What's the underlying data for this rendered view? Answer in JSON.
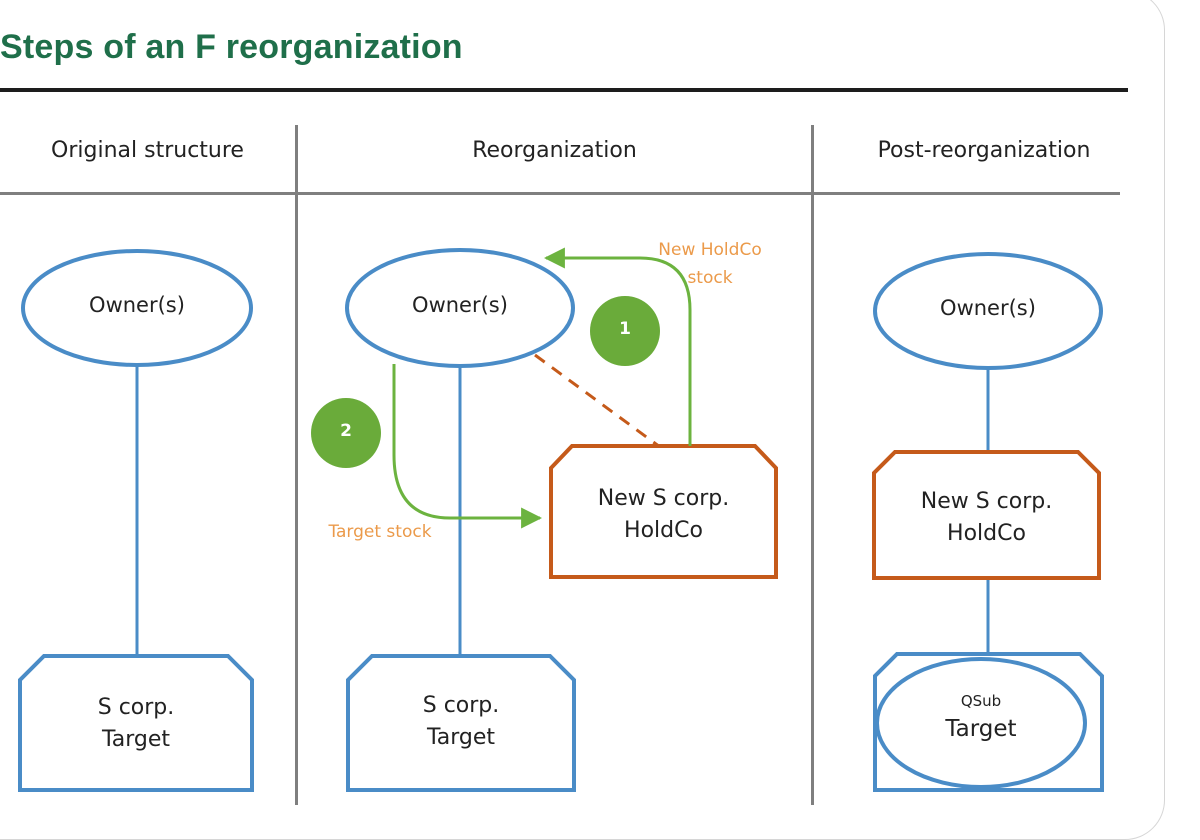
{
  "title": "Steps of an F reorganization",
  "columns": {
    "original": "Original structure",
    "reorg": "Reorganization",
    "post": "Post-reorganization"
  },
  "nodes": {
    "owner": "Owner(s)",
    "s_corp_line1": "S corp.",
    "s_corp_line2": "Target",
    "holdco_line1": "New S corp.",
    "holdco_line2": "HoldCo",
    "qsub_small": "QSub",
    "qsub_target": "Target"
  },
  "arrows": {
    "holdco_stock_line1": "New HoldCo",
    "holdco_stock_line2": "stock",
    "target_stock": "Target stock"
  },
  "steps": {
    "one": "1",
    "two": "2"
  },
  "colors": {
    "title_green": "#1f6f4a",
    "node_blue": "#4a8cc7",
    "holdco_orange": "#c55a1a",
    "arrow_green": "#6cb33f",
    "step_green": "#6aab3a",
    "label_orange": "#eb9a4a",
    "divider_gray": "#7f7f7f"
  }
}
